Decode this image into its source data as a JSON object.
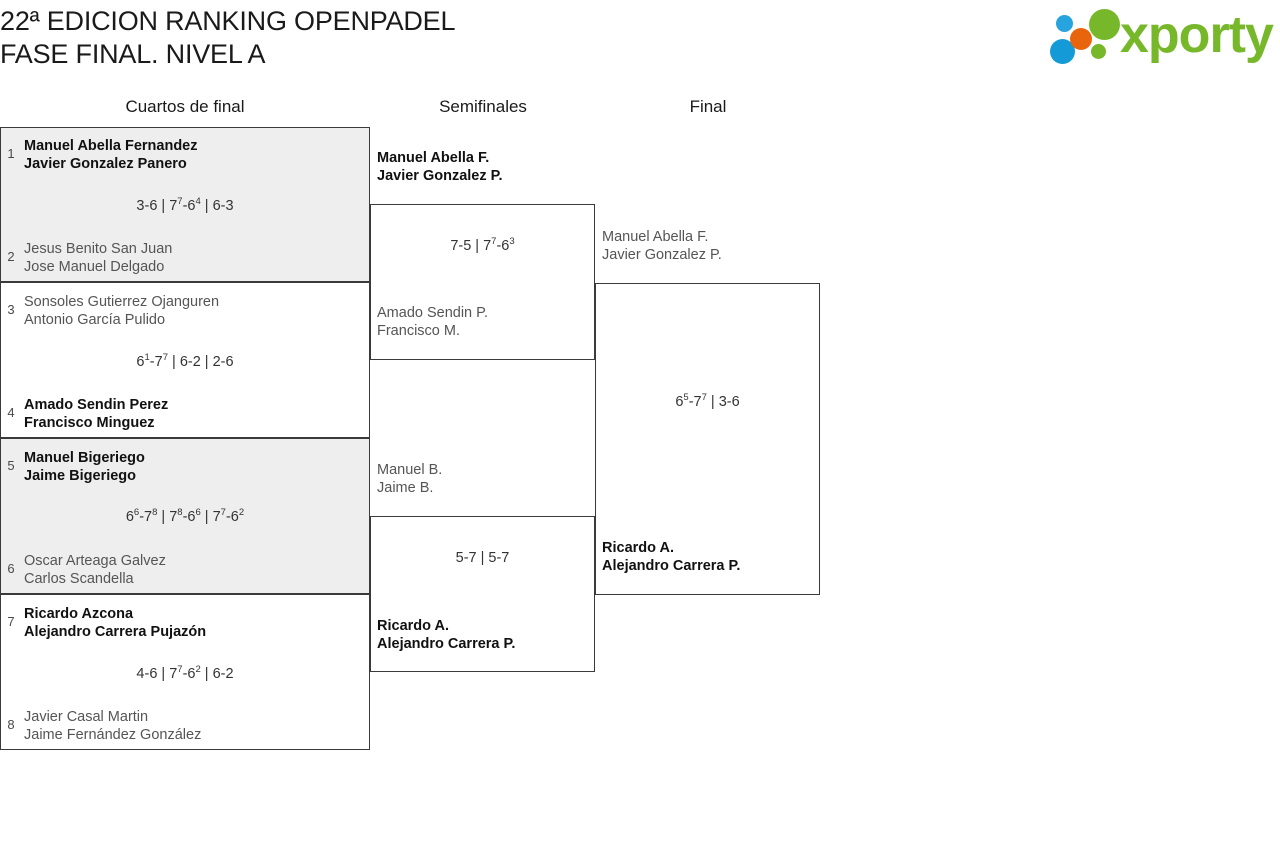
{
  "header": {
    "title_line1": "22ª EDICION RANKING OPENPADEL",
    "title_line2": "FASE FINAL. NIVEL A",
    "logo_text": "xporty",
    "logo_colors": {
      "green": "#76B82A",
      "blue": "#149BD7",
      "blue_light": "#27A3DD",
      "orange": "#E8650D"
    }
  },
  "rounds": [
    {
      "label": "Cuartos de final"
    },
    {
      "label": "Semifinales"
    },
    {
      "label": "Final"
    }
  ],
  "bracket": {
    "quarterfinals": [
      {
        "shaded": true,
        "top": {
          "seed": "1",
          "p1": "Manuel Abella Fernandez",
          "p2": "Javier Gonzalez Panero",
          "winner": true
        },
        "bottom": {
          "seed": "2",
          "p1": "Jesus Benito San Juan",
          "p2": "Jose Manuel Delgado",
          "winner": false
        },
        "score_parts": [
          {
            "main": "3-6 | 7",
            "sup": "7"
          },
          {
            "main": "-6",
            "sup": "4"
          },
          {
            "main": " | 6-3",
            "sup": ""
          }
        ],
        "score_text": "3-6 | 7⁷-6⁴ | 6-3"
      },
      {
        "shaded": false,
        "top": {
          "seed": "3",
          "p1": "Sonsoles Gutierrez Ojanguren",
          "p2": "Antonio García Pulido",
          "winner": false
        },
        "bottom": {
          "seed": "4",
          "p1": "Amado Sendin Perez",
          "p2": "Francisco Minguez",
          "winner": true
        },
        "score_parts": [
          {
            "main": "6",
            "sup": "1"
          },
          {
            "main": "-7",
            "sup": "7"
          },
          {
            "main": " | 6-2 | 2-6",
            "sup": ""
          }
        ],
        "score_text": "6¹-7⁷ | 6-2 | 2-6"
      },
      {
        "shaded": true,
        "top": {
          "seed": "5",
          "p1": "Manuel Bigeriego",
          "p2": "Jaime Bigeriego",
          "winner": true
        },
        "bottom": {
          "seed": "6",
          "p1": "Oscar Arteaga Galvez",
          "p2": "Carlos Scandella",
          "winner": false
        },
        "score_parts": [
          {
            "main": "6",
            "sup": "6"
          },
          {
            "main": "-7",
            "sup": "8"
          },
          {
            "main": " | 7",
            "sup": "8"
          },
          {
            "main": "-6",
            "sup": "6"
          },
          {
            "main": " | 7",
            "sup": "7"
          },
          {
            "main": "-6",
            "sup": "2"
          }
        ],
        "score_text": "6⁶-7⁸ | 7⁸-6⁶ | 7⁷-6²"
      },
      {
        "shaded": false,
        "top": {
          "seed": "7",
          "p1": "Ricardo Azcona",
          "p2": "Alejandro Carrera Pujazón",
          "winner": true
        },
        "bottom": {
          "seed": "8",
          "p1": "Javier Casal Martin",
          "p2": "Jaime Fernández González",
          "winner": false
        },
        "score_parts": [
          {
            "main": "4-6 | 7",
            "sup": "7"
          },
          {
            "main": "-6",
            "sup": "2"
          },
          {
            "main": " | 6-2",
            "sup": ""
          }
        ],
        "score_text": "4-6 | 7⁷-6² | 6-2"
      }
    ],
    "semifinals": [
      {
        "top": {
          "p1": "Manuel Abella F.",
          "p2": "Javier Gonzalez P.",
          "winner": true
        },
        "bottom": {
          "p1": "Amado Sendin P.",
          "p2": "Francisco M.",
          "winner": false
        },
        "score_parts": [
          {
            "main": "7-5 | 7",
            "sup": "7"
          },
          {
            "main": "-6",
            "sup": "3"
          }
        ],
        "score_text": "7-5 | 7⁷-6³"
      },
      {
        "top": {
          "p1": "Manuel B.",
          "p2": "Jaime B.",
          "winner": false
        },
        "bottom": {
          "p1": "Ricardo A.",
          "p2": "Alejandro Carrera P.",
          "winner": true
        },
        "score_parts": [
          {
            "main": "5-7 | 5-7",
            "sup": ""
          }
        ],
        "score_text": "5-7 | 5-7"
      }
    ],
    "final": [
      {
        "top": {
          "p1": "Manuel Abella F.",
          "p2": "Javier Gonzalez P.",
          "winner": false
        },
        "bottom": {
          "p1": "Ricardo A.",
          "p2": "Alejandro Carrera P.",
          "winner": true
        },
        "score_parts": [
          {
            "main": "6",
            "sup": "5"
          },
          {
            "main": "-7",
            "sup": "7"
          },
          {
            "main": " | 3-6",
            "sup": ""
          }
        ],
        "score_text": "6⁵-7⁷ | 3-6"
      }
    ]
  }
}
